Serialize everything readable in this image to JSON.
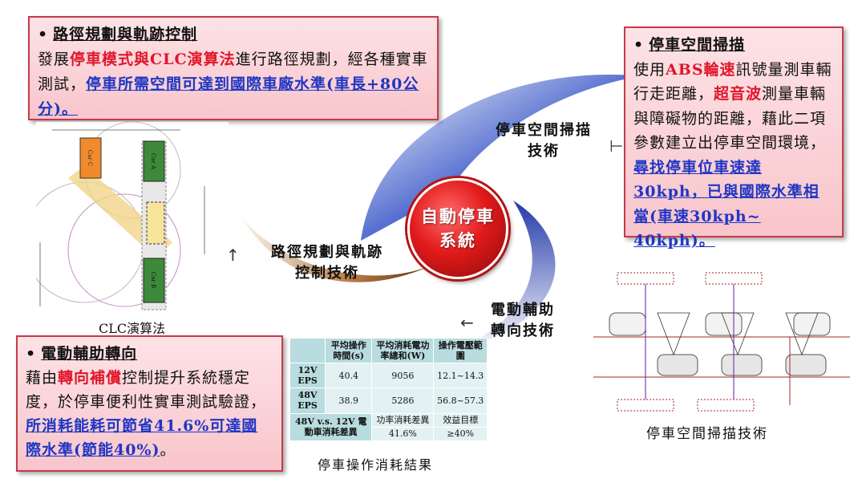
{
  "center": {
    "line1": "自動停車",
    "line2": "系統"
  },
  "tech_labels": {
    "scan": [
      "停車空間掃描",
      "技術"
    ],
    "path": [
      "路徑規劃與軌跡",
      "控制技術"
    ],
    "eps": [
      "電動輔助",
      "轉向技術"
    ]
  },
  "callout_path": {
    "bullet": "•",
    "title": "路徑規劃與軌跡控制",
    "t1": "發展",
    "r1": "停車模式與CLC演算法",
    "t2": "進行路徑規劃，經各種實車測試，",
    "b1": "停車所需空間可達到國際車廠水準(車長+80公分)。"
  },
  "callout_scan": {
    "bullet": "•",
    "title": "停車空間掃描",
    "t1": "使用",
    "r1": "ABS輪速",
    "t2": "訊號量測車輛行走距離，",
    "r2": "超音波",
    "t3": "測量車輛與障礙物的距離，藉此二項參數建立出停車空間環境，",
    "b1": "尋找停車位車速達30kph，已與國際水準相當(車速30kph~ 40kph)。"
  },
  "callout_eps": {
    "bullet": "•",
    "title": "電動輔助轉向",
    "t1": "藉由",
    "r1": "轉向補償",
    "t2": "控制提升系統穩定度，於停車便利性實車測試驗證，",
    "b1": "所消耗能耗可節省41.6%可達國際水準(節能40%)",
    "t3": "。"
  },
  "clc": {
    "caption": "CLC演算法",
    "car_top": "Car C",
    "car_a": "Car A",
    "car_b": "Car B"
  },
  "table": {
    "headers": [
      "",
      "平均操作時間(s)",
      "平均消耗電功率總和(W)",
      "操作電壓範圍"
    ],
    "rows": [
      [
        "12V EPS",
        "40.4",
        "9056",
        "12.1~14.3"
      ],
      [
        "48V EPS",
        "38.9",
        "5286",
        "56.8~57.3"
      ]
    ],
    "compare_head": "48V v.s. 12V 電動車消耗差異",
    "diff_label": "功率消耗差異",
    "diff_value": "41.6%",
    "target_label": "效益目標",
    "target_value": "≥40%",
    "caption": "停車操作消耗結果"
  },
  "scan_figure": {
    "caption": "停車空間掃描技術"
  },
  "colors": {
    "accent_red": "#e0162b",
    "accent_blue": "#1f36c4",
    "callout_border": "#c63a4a"
  }
}
